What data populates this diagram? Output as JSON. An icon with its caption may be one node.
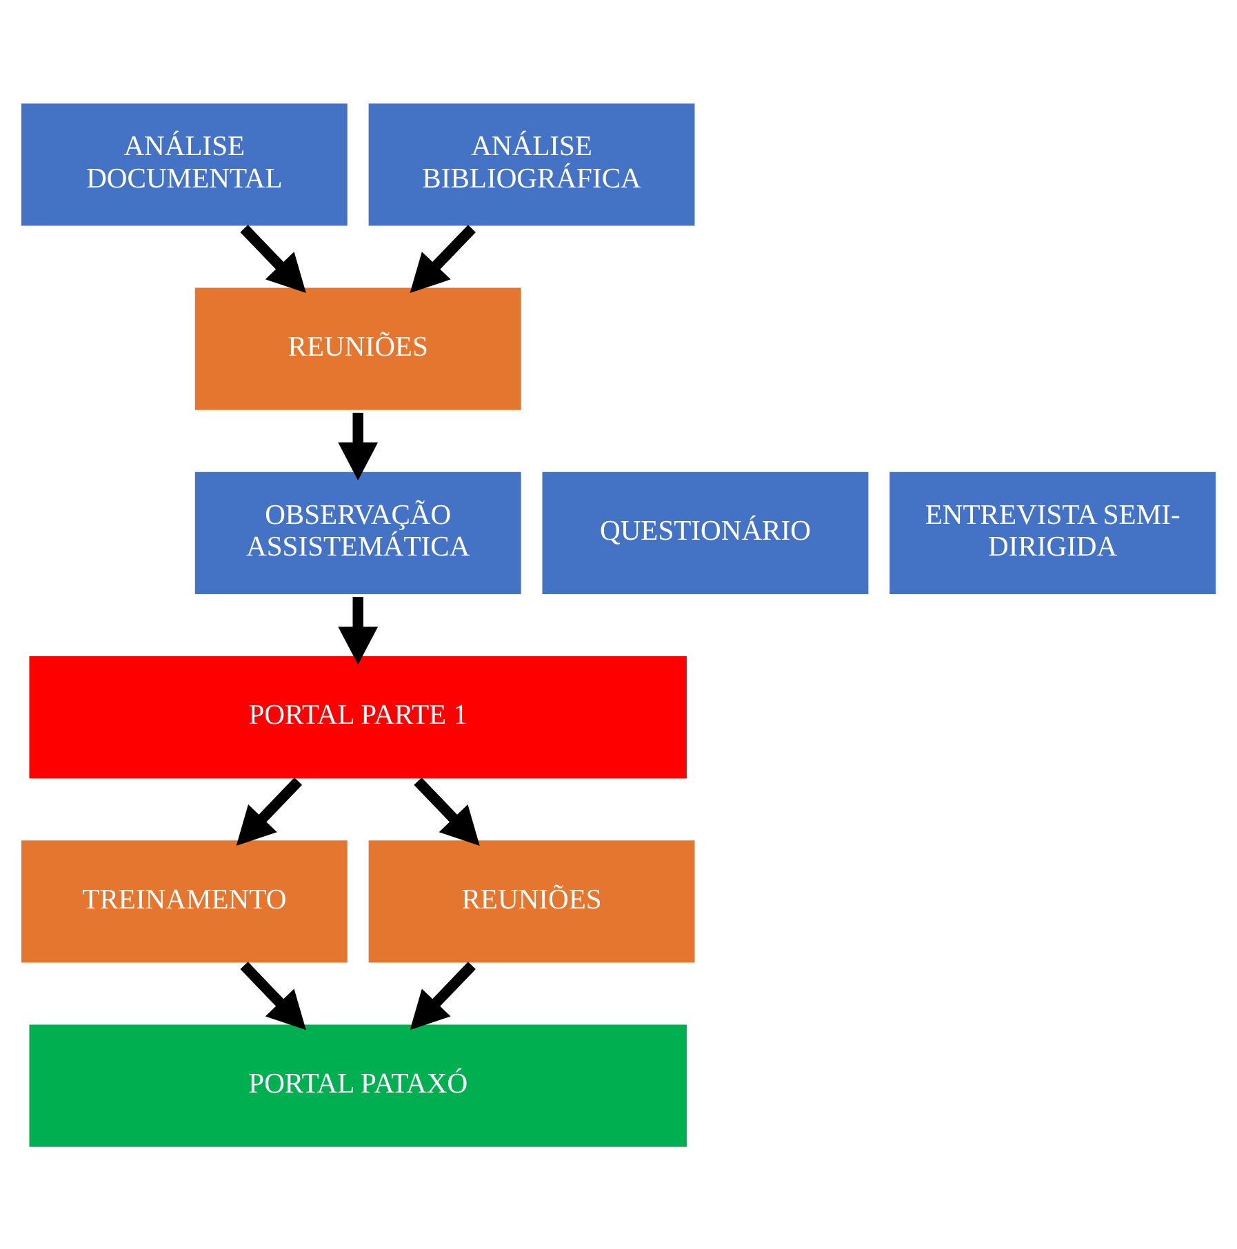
{
  "diagram": {
    "nodes": [
      {
        "text": [
          "ANÁLISE DOCUMENTAL"
        ]
      },
      {
        "text": [
          "ANÁLISE BIBLIOGRÁFICA"
        ]
      },
      {
        "text": [
          "REUNIÕES"
        ]
      },
      {
        "text": [
          "QUESTIONÁRIO"
        ]
      },
      {
        "text": [
          "OBSERVAÇÃO ASSISTEMÁTICA"
        ]
      },
      {
        "text": [
          "ENTREVISTA SEMI-DIRIGIDA"
        ]
      },
      {
        "text": [
          "PORTAL PARTE 1"
        ]
      },
      {
        "text": [
          "TREINAMENTO"
        ]
      },
      {
        "text": [
          "REUNIÕES"
        ]
      },
      {
        "text": [
          "PORTAL PATAXÓ"
        ]
      }
    ],
    "edges": [
      {
        "from": 0,
        "to": 2,
        "arrow": "to"
      },
      {
        "from": 1,
        "to": 2,
        "arrow": "to"
      },
      {
        "from": 2,
        "to": 4,
        "arrow": "to"
      },
      {
        "from": 4,
        "to": 6,
        "arrow": "to"
      },
      {
        "from": 6,
        "to": 7,
        "arrow": "to"
      },
      {
        "from": 6,
        "to": 8,
        "arrow": "to"
      },
      {
        "from": 7,
        "to": 9,
        "arrow": "to"
      },
      {
        "from": 8,
        "to": 9,
        "arrow": "to"
      }
    ]
  }
}
